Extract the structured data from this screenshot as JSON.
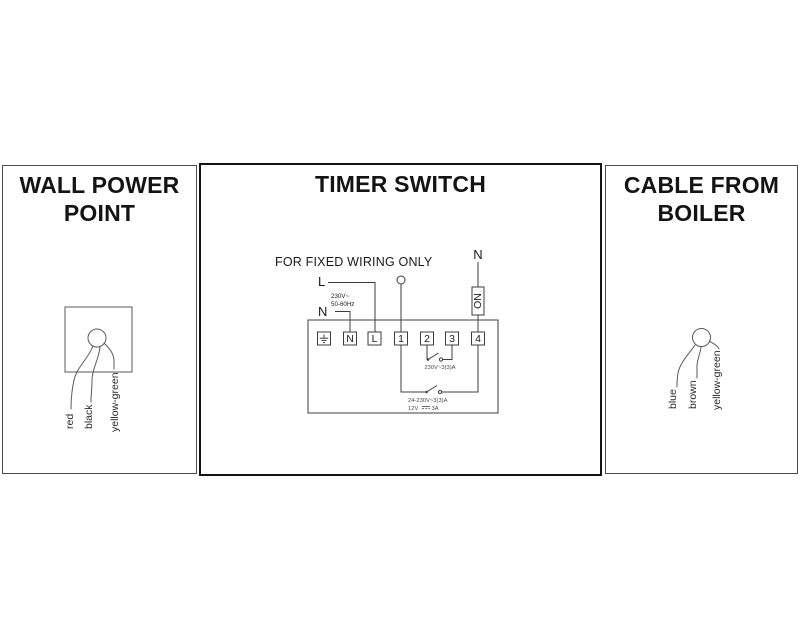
{
  "panels": {
    "wall_power_point": {
      "title": "WALL POWER POINT",
      "wire_labels": [
        "red",
        "black",
        "yellow-green"
      ]
    },
    "timer_switch": {
      "title": "TIMER SWITCH",
      "note": "FOR FIXED WIRING ONLY",
      "live_label": "L",
      "neutral_label": "N",
      "supply_rating_line1": "230V~",
      "supply_rating_line2": "50-60Hz",
      "neutral_out_label": "N",
      "on_indicator": "ON",
      "terminals": [
        "N",
        "L",
        "1",
        "2",
        "3",
        "4"
      ],
      "switch_2_3_rating": "230V~3(3)A",
      "switch_1_4_rating": "24-230V~3(3)A",
      "lv_voltage": "12V",
      "lv_current": "3A"
    },
    "cable_from_boiler": {
      "title": "CABLE FROM BOILER",
      "wire_labels": [
        "blue",
        "brown",
        "yellow-green"
      ]
    }
  }
}
